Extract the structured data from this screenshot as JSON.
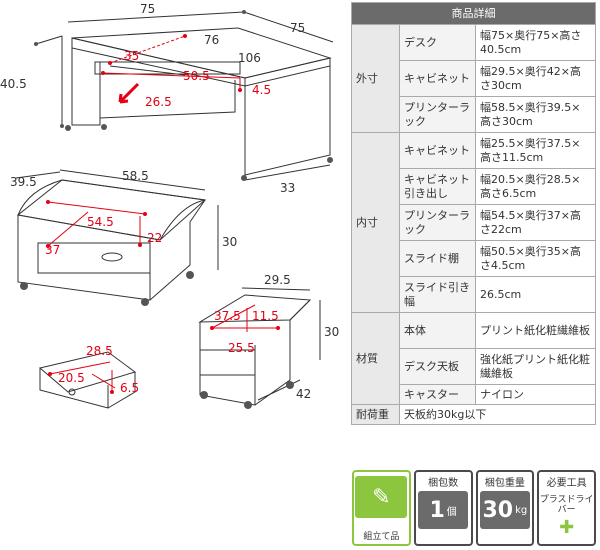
{
  "diagram": {
    "desk": {
      "w": "75",
      "depth_right": "75",
      "d76": "76",
      "d106": "106",
      "h": "40.5",
      "d33": "33",
      "r35": "35",
      "r50_5": "50.5",
      "r26_5": "26.5",
      "r4_5": "4.5"
    },
    "printer_rack": {
      "d39_5": "39.5",
      "w58_5": "58.5",
      "r54_5": "54.5",
      "r22": "22",
      "r37": "37",
      "h30": "30"
    },
    "cabinet": {
      "w29_5": "29.5",
      "h30": "30",
      "r37_5": "37.5",
      "r11_5": "11.5",
      "r25_5": "25.5",
      "d42": "42"
    },
    "drawer": {
      "r28_5": "28.5",
      "r20_5": "20.5",
      "r6_5": "6.5"
    }
  },
  "spec": {
    "title": "商品詳細",
    "outer": {
      "label": "外寸",
      "rows": [
        {
          "name": "デスク",
          "value": "幅75×奥行75×高さ40.5cm"
        },
        {
          "name": "キャビネット",
          "value": "幅29.5×奥行42×高さ30cm"
        },
        {
          "name": "プリンターラック",
          "value": "幅58.5×奥行39.5×高さ30cm"
        }
      ]
    },
    "inner": {
      "label": "内寸",
      "rows": [
        {
          "name": "キャビネット",
          "value": "幅25.5×奥行37.5×高さ11.5cm"
        },
        {
          "name": "キャビネット引き出し",
          "value": "幅20.5×奥行28.5×高さ6.5cm"
        },
        {
          "name": "プリンターラック",
          "value": "幅54.5×奥行37×高さ22cm"
        },
        {
          "name": "スライド棚",
          "value": "幅50.5×奥行35×高さ4.5cm"
        },
        {
          "name": "スライド引き幅",
          "value": "26.5cm"
        }
      ]
    },
    "material": {
      "label": "材質",
      "rows": [
        {
          "name": "本体",
          "value": "プリント紙化粧繊維板"
        },
        {
          "name": "デスク天板",
          "value": "強化紙プリント紙化粧繊維板"
        },
        {
          "name": "キャスター",
          "value": "ナイロン"
        }
      ]
    },
    "load": {
      "label": "耐荷重",
      "value": "天板約30kg以下"
    }
  },
  "badges": {
    "assembly": {
      "caption": "組立て品"
    },
    "packages": {
      "title": "梱包数",
      "number": "1",
      "unit": "個"
    },
    "weight": {
      "title": "梱包重量",
      "number": "30",
      "unit": "kg"
    },
    "tools": {
      "title": "必要工具",
      "text": "プラスドライバー"
    }
  }
}
